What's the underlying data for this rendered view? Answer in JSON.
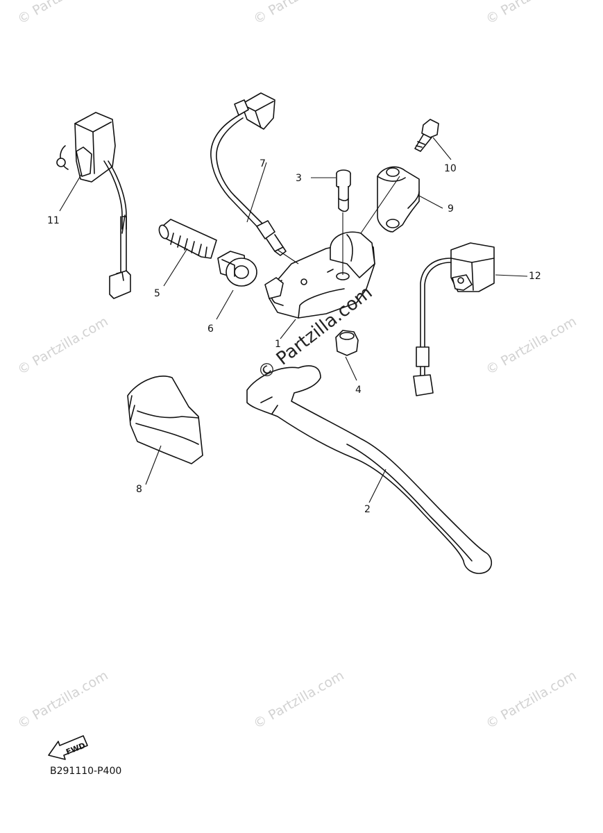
{
  "watermark": {
    "text": "© Partzilla.com",
    "center_text": "© Partzilla.com",
    "color": "#d2d2d2"
  },
  "callouts": [
    {
      "id": "1",
      "label": "1"
    },
    {
      "id": "2",
      "label": "2"
    },
    {
      "id": "3",
      "label": "3"
    },
    {
      "id": "4",
      "label": "4"
    },
    {
      "id": "5",
      "label": "5"
    },
    {
      "id": "6",
      "label": "6"
    },
    {
      "id": "7",
      "label": "7"
    },
    {
      "id": "8",
      "label": "8"
    },
    {
      "id": "9",
      "label": "9"
    },
    {
      "id": "10",
      "label": "10"
    },
    {
      "id": "11",
      "label": "11"
    },
    {
      "id": "12",
      "label": "12"
    }
  ],
  "fwd_label": "FWD",
  "diagram_code": "B291110-P400"
}
